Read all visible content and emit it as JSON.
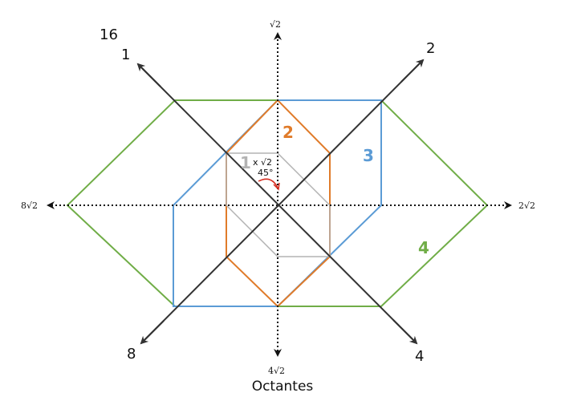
{
  "diagram": {
    "caption": "Octantes",
    "diagonal_labels": {
      "top_left": "1",
      "top_left_extra": "16",
      "top_right": "2",
      "bottom_right": "4",
      "bottom_left": "8"
    },
    "axis_labels": {
      "top": "√2",
      "right": "2√2",
      "bottom": "4√2",
      "left": "8√2"
    },
    "hexagon_labels": [
      "1",
      "2",
      "3",
      "4"
    ],
    "center_annotation": {
      "multiplier": "x √2",
      "angle": "45°"
    },
    "colors": {
      "hex1": "#b3b3b3",
      "hex2": "#e07b2a",
      "hex3": "#5b9bd5",
      "hex4": "#70ad47",
      "axes": "#333333",
      "angle_arc": "#d62d20"
    }
  }
}
